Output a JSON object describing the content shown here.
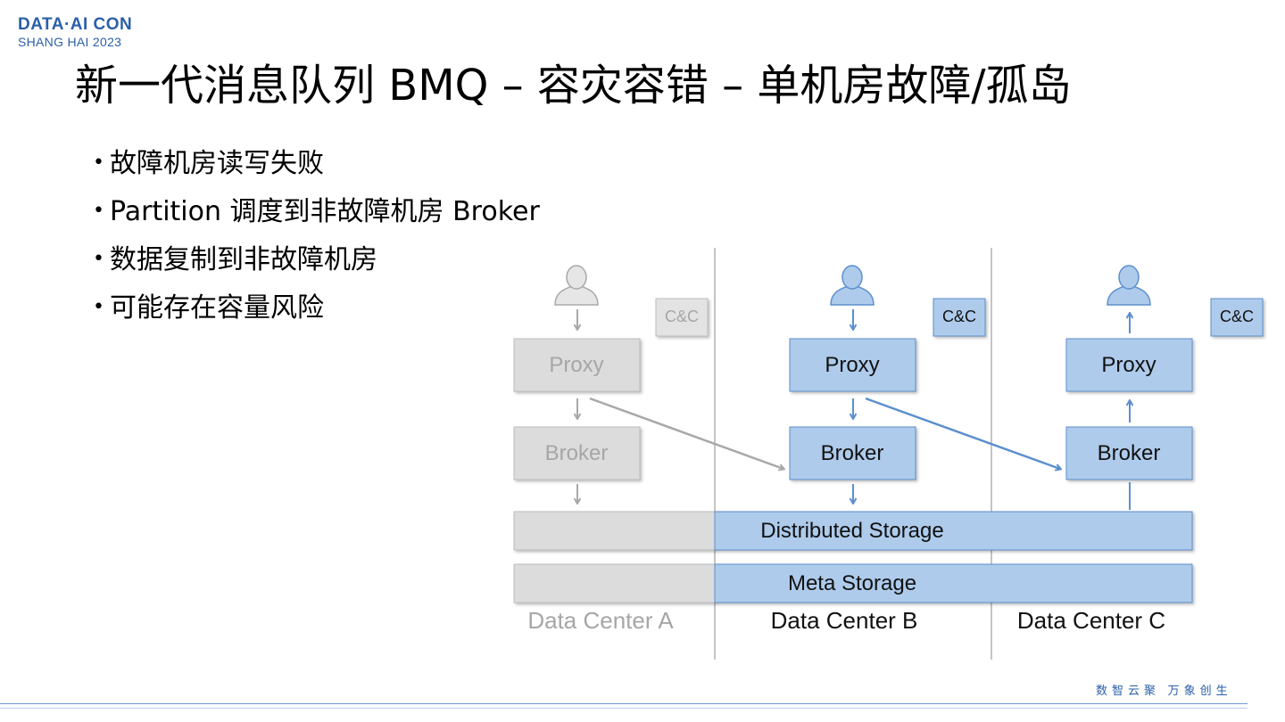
{
  "logo": {
    "line1": "DATA·AI CON",
    "line2": "SHANG HAI 2023"
  },
  "title": "新一代消息队列 BMQ – 容灾容错 – 单机房故障/孤岛",
  "bullets": [
    "故障机房读写失败",
    "Partition 调度到非故障机房 Broker",
    "数据复制到非故障机房",
    "可能存在容量风险"
  ],
  "diagram": {
    "dc_a": {
      "cc": "C&C",
      "proxy": "Proxy",
      "broker": "Broker",
      "label": "Data Center A",
      "status": "failed"
    },
    "dc_b": {
      "cc": "C&C",
      "proxy": "Proxy",
      "broker": "Broker",
      "label": "Data Center B",
      "status": "active"
    },
    "dc_c": {
      "cc": "C&C",
      "proxy": "Proxy",
      "broker": "Broker",
      "label": "Data Center C",
      "status": "active"
    },
    "distributed_storage": "Distributed Storage",
    "meta_storage": "Meta Storage",
    "colors": {
      "active_fill": "#aecbeb",
      "active_stroke": "#5b8fce",
      "failed_fill": "#dcdcdc",
      "failed_stroke": "#bdbdbd",
      "failed_text": "#a6a6a6"
    }
  },
  "footer": {
    "slogan": "数智云聚  万象创生"
  }
}
